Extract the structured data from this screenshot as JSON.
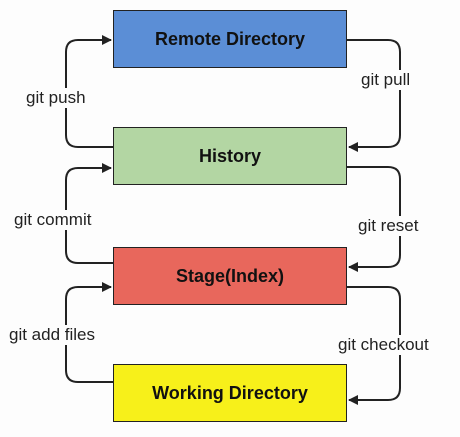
{
  "boxes": {
    "remote": {
      "label": "Remote Directory",
      "color": "#5b8ed6"
    },
    "history": {
      "label": "History",
      "color": "#b3d6a3"
    },
    "stage": {
      "label": "Stage(Index)",
      "color": "#e8675c"
    },
    "working": {
      "label": "Working Directory",
      "color": "#f7f01a"
    }
  },
  "arrows": {
    "git_push": "git push",
    "git_pull": "git pull",
    "git_commit": "git commit",
    "git_reset": "git reset",
    "git_add": "git add files",
    "git_checkout": "git checkout"
  }
}
